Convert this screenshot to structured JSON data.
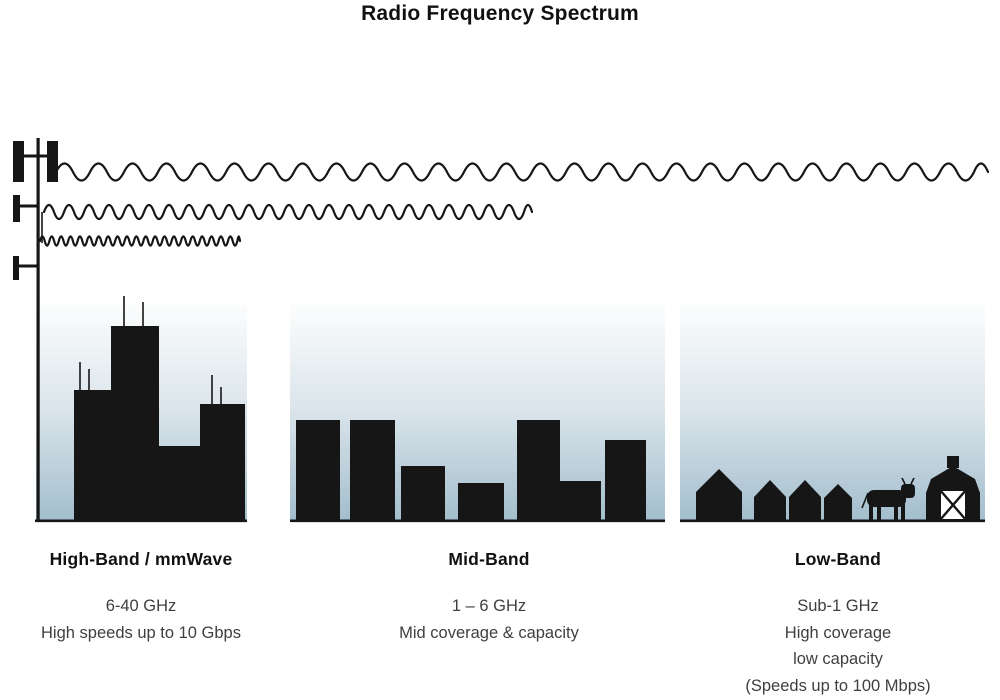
{
  "title": "Radio Frequency Spectrum",
  "bands": {
    "high": {
      "label": "High-Band / mmWave",
      "freq": "6-40 GHz",
      "desc1": "High speeds up to 10 Gbps"
    },
    "mid": {
      "label": "Mid-Band",
      "freq": "1 – 6 GHz",
      "desc1": "Mid coverage & capacity"
    },
    "low": {
      "label": "Low-Band",
      "freq": "Sub-1 GHz",
      "desc1": "High coverage",
      "desc2": "low capacity",
      "desc3": "(Speeds up to 100 Mbps)"
    }
  },
  "icons": {
    "tower": "cell-tower-icon",
    "waves": [
      "long-wavelength-wave",
      "medium-wavelength-wave",
      "short-wavelength-wave"
    ],
    "high_band_scene": "city-skyline",
    "mid_band_scene": "town-skyline",
    "low_band_scene": "rural-scene (house-icon, cow-icon, barn-icon)"
  },
  "colors": {
    "silhouette": "#161616",
    "text_muted": "#3f3f3f",
    "sky_top": "#ffffff",
    "sky_mid": "#dbe5eb",
    "sky_bottom": "#a3becd"
  }
}
